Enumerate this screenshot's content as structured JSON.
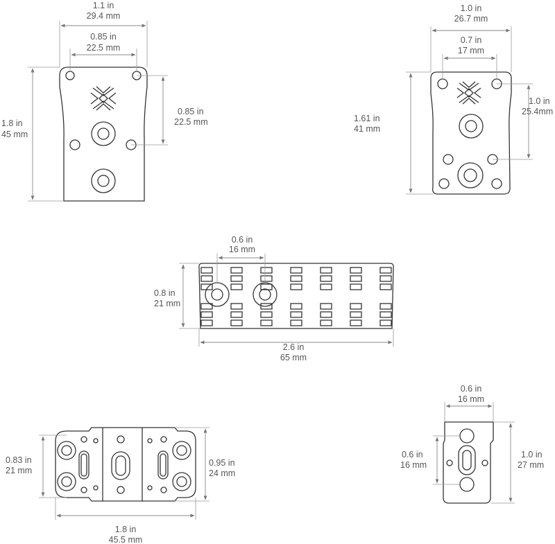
{
  "background": "#ffffff",
  "line_color": "#333333",
  "dimension_color": "#555555",
  "parts": {
    "plate_a": {
      "width": {
        "in": "1.1 in",
        "mm": "29.4 mm"
      },
      "hole_spacing_h": {
        "in": "0.85 in",
        "mm": "22.5 mm"
      },
      "hole_spacing_v": {
        "in": "0.85 in",
        "mm": "22.5 mm"
      },
      "height": {
        "in": "1.8 in",
        "mm": "45 mm"
      }
    },
    "plate_b": {
      "width": {
        "in": "1.0 in",
        "mm": "26.7 mm"
      },
      "hole_spacing_h": {
        "in": "0.7 in",
        "mm": "17 mm"
      },
      "hole_spacing_v": {
        "in": "1.0 in",
        "mm": "25.4mm"
      },
      "height": {
        "in": "1.61 in",
        "mm": "41 mm"
      }
    },
    "rail": {
      "hole_spacing": {
        "in": "0.6 in",
        "mm": "16 mm"
      },
      "height": {
        "in": "0.8 in",
        "mm": "21 mm"
      },
      "length": {
        "in": "2.6 in",
        "mm": "65 mm"
      }
    },
    "mount_block": {
      "hole_spacing_v": {
        "in": "0.83 in",
        "mm": "21 mm"
      },
      "height": {
        "in": "0.95 in",
        "mm": "24 mm"
      },
      "length": {
        "in": "1.8 in",
        "mm": "45.5 mm"
      }
    },
    "small_block": {
      "width": {
        "in": "0.6 in",
        "mm": "16 mm"
      },
      "hole_spacing_v": {
        "in": "0.6 in",
        "mm": "16 mm"
      },
      "height": {
        "in": "1.0 in",
        "mm": "27 mm"
      }
    }
  }
}
